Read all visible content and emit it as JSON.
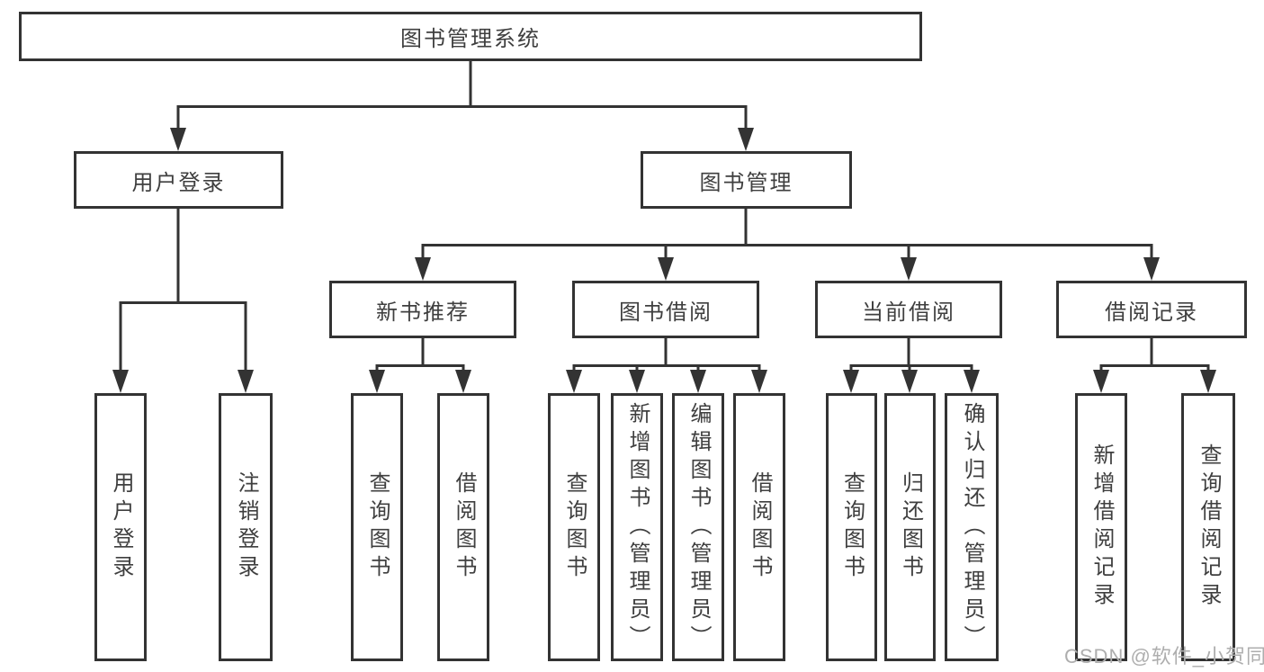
{
  "diagram": {
    "type": "tree",
    "root": {
      "label": "图书管理系统",
      "children": [
        {
          "label": "用户登录",
          "children": [
            {
              "label": "用户登录"
            },
            {
              "label": "注销登录"
            }
          ]
        },
        {
          "label": "图书管理",
          "children": [
            {
              "label": "新书推荐",
              "children": [
                {
                  "label": "查询图书"
                },
                {
                  "label": "借阅图书"
                }
              ]
            },
            {
              "label": "图书借阅",
              "children": [
                {
                  "label": "查询图书"
                },
                {
                  "label": "新增图书（管理员）"
                },
                {
                  "label": "编辑图书（管理员）"
                },
                {
                  "label": "借阅图书"
                }
              ]
            },
            {
              "label": "当前借阅",
              "children": [
                {
                  "label": "查询图书"
                },
                {
                  "label": "归还图书"
                },
                {
                  "label": "确认归还（管理员）"
                }
              ]
            },
            {
              "label": "借阅记录",
              "children": [
                {
                  "label": "新增借阅记录"
                },
                {
                  "label": "查询借阅记录"
                }
              ]
            }
          ]
        }
      ]
    }
  },
  "watermark": {
    "text": "CSDN @软件_小贺同学"
  },
  "colors": {
    "line": "#333333",
    "text": "#3f3f3f",
    "background": "#ffffff",
    "watermark": "#aeaeae"
  }
}
